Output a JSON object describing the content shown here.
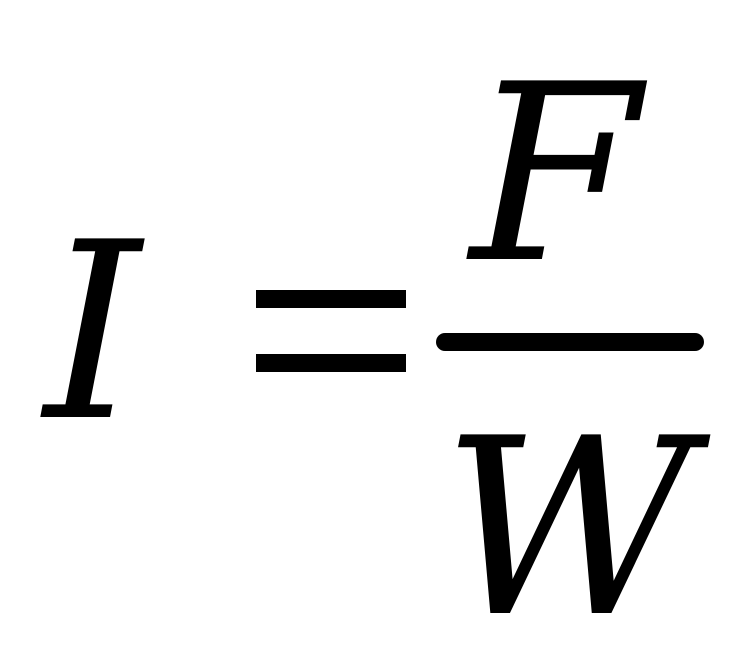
{
  "formula": {
    "lhs": "I",
    "numerator": "F",
    "denominator": "W",
    "operator": "="
  },
  "colors": {
    "ink": "#000000",
    "background": "#ffffff"
  }
}
